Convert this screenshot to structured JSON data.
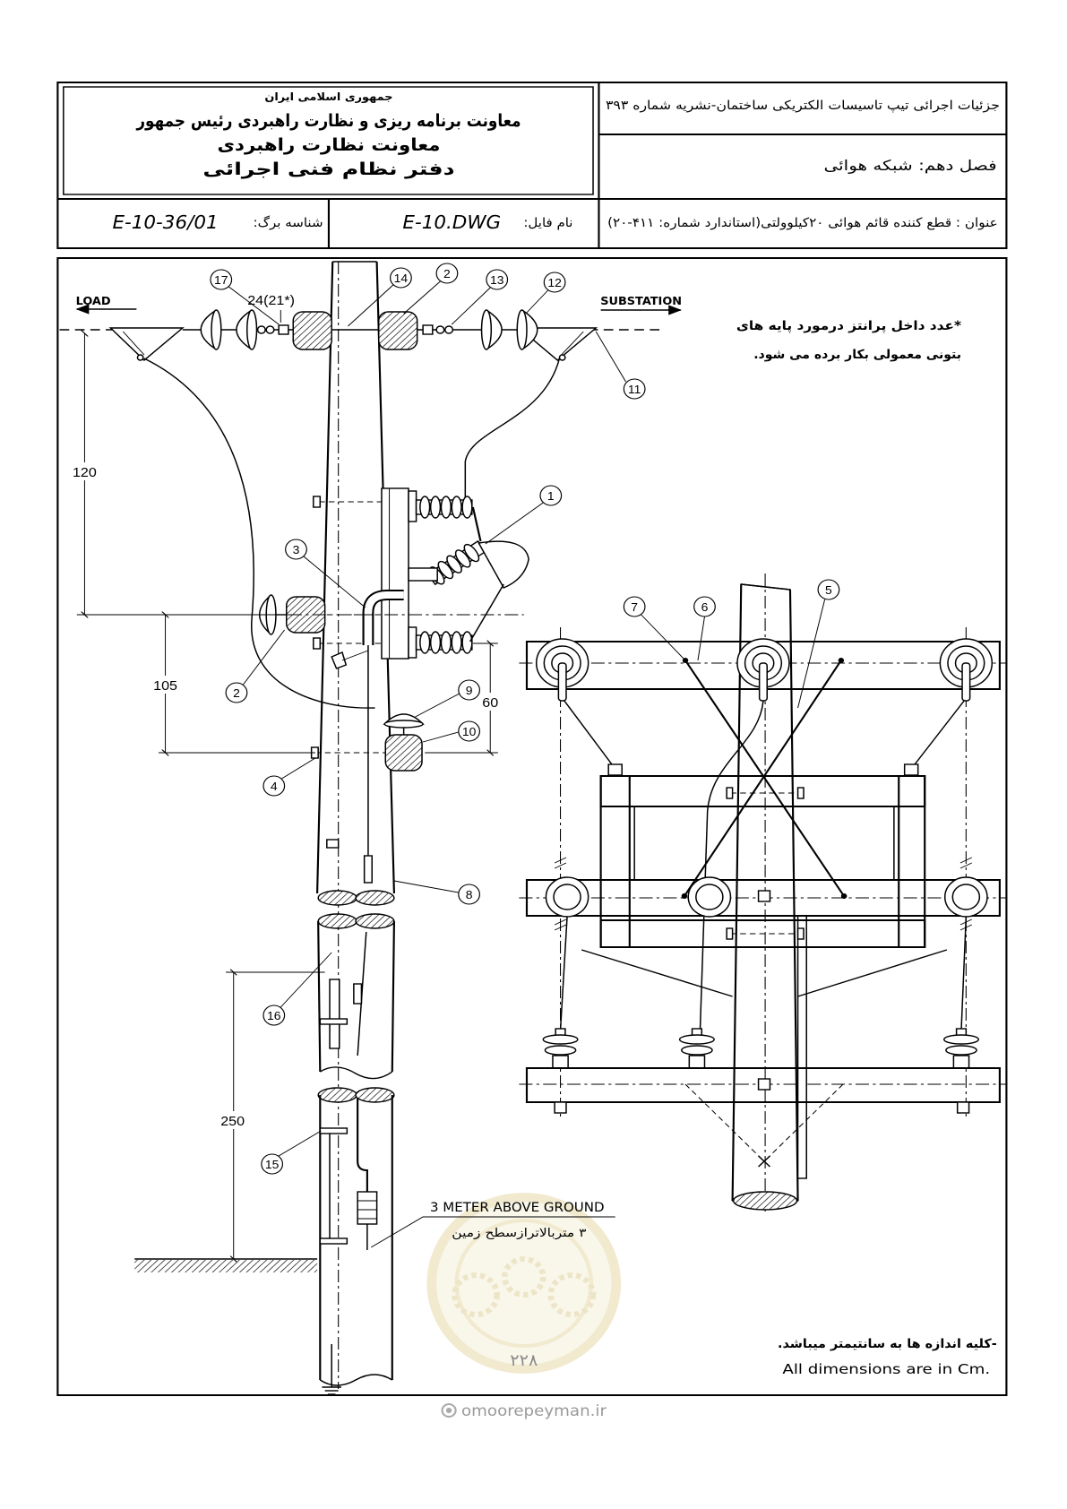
{
  "title_block": {
    "org_line1": "جمهوری اسلامی ایران",
    "org_line2": "معاونت برنامه ریزی و نظارت راهبردی رئیس جمهور",
    "org_line3": "معاونت نظارت راهبردی",
    "org_line4": "دفتر نظام فنی اجرائی",
    "publication": "جزئیات اجرائی تیپ تاسیسات الکتریکی ساختمان-نشریه شماره ۳۹۳",
    "chapter": "فصل دهم: شبکه هوائی",
    "title": "عنوان : قطع کننده قائم هوائی ۲۰کیلوولتی(استاندارد شماره:  ۴۱۱-۲۰)",
    "file_label": "نام فایل:",
    "file_name": "E-10.DWG",
    "sheet_label": "شناسه برگ:",
    "sheet_id": "E-10-36/01"
  },
  "drawing": {
    "load_label": "LOAD",
    "substation_label": "SUBSTATION",
    "spacing_label": "24(21*)",
    "dimensions": [
      "120",
      "105",
      "60",
      "250"
    ],
    "callouts": [
      "17",
      "14",
      "2",
      "13",
      "12",
      "11",
      "1",
      "3",
      "2",
      "9",
      "10",
      "4",
      "8",
      "16",
      "15",
      "7",
      "6",
      "5"
    ],
    "note_lines": [
      "*عدد داخل پرانتز درمورد پایه های",
      "بتونی معمولی بکار برده می شود."
    ],
    "ground_label_en": "3 METER ABOVE GROUND",
    "ground_label_fa": "۳ متربالاترازسطح زمین",
    "units_fa": "-کلیه اندازه ها به سانتیمتر میباشد.",
    "units_en": "All dimensions are in Cm."
  },
  "footer": {
    "page_number": "۲۲۸",
    "website": "omoorepeyman.ir"
  },
  "colors": {
    "ink": "#000000",
    "watermark": "#e6d9a8",
    "footer_text": "#9a9a9a"
  }
}
